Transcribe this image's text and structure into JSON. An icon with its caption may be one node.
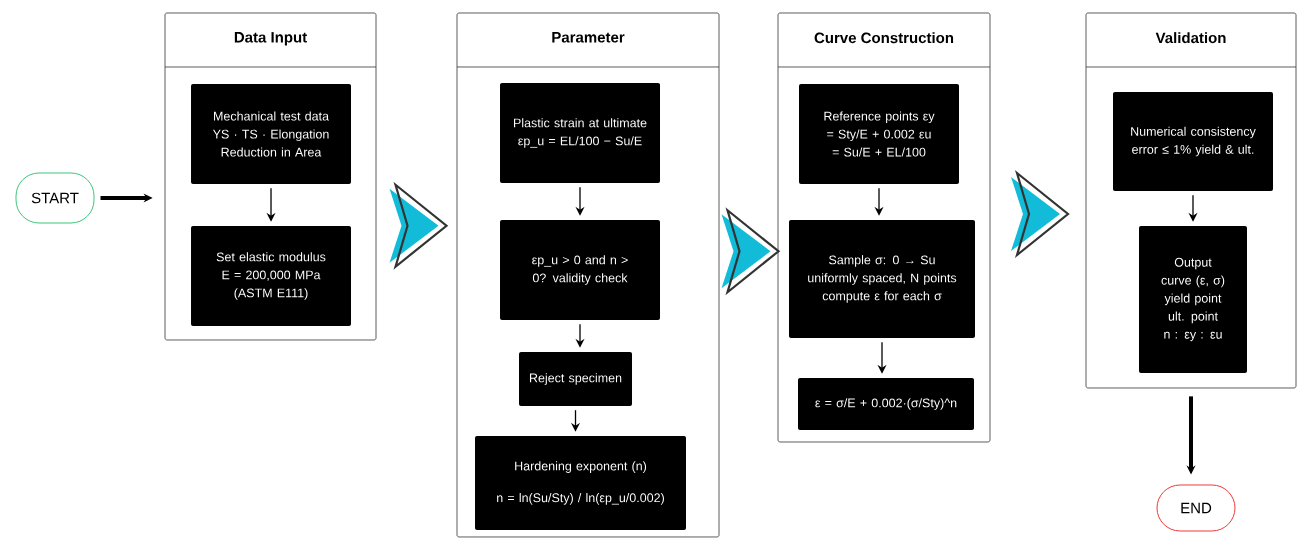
{
  "diagram": {
    "nodes": [
      {
        "text": [
          "START"
        ]
      },
      {
        "text": [
          "Data Input"
        ]
      },
      {
        "text": [
          "Mechanical test data YS · TS · Elongation Reduction in Area"
        ],
        "in": 1
      },
      {
        "text": [
          "Set elastic modulus E = 200,000 MPa (ASTM E111)"
        ],
        "in": 1
      },
      {
        "text": [
          "Parameter"
        ]
      },
      {
        "text": [
          "Plastic strain at ultimate εp_u = EL/100 − Su/E"
        ],
        "in": 4
      },
      {
        "text": [
          "εp_u > 0 and n > 0? validity check"
        ],
        "in": 4
      },
      {
        "text": [
          "Reject specimen"
        ],
        "in": 4
      },
      {
        "text": [
          "Hardening exponent (n)",
          "n = ln(Su/Sty) / ln(εp_u/0.002)"
        ],
        "in": 4
      },
      {
        "text": [
          "Curve Construction"
        ]
      },
      {
        "text": [
          "Reference points εy = Sty/E + 0.002 εu = Su/E + EL/100"
        ],
        "in": 9
      },
      {
        "text": [
          "Sample σ: 0 → Su uniformly spaced, N points compute ε for each σ"
        ],
        "in": 9
      },
      {
        "text": [
          "ε = σ/E + 0.002·(σ/Sty)^n"
        ],
        "in": 9
      },
      {
        "text": [
          "Validation"
        ]
      },
      {
        "text": [
          "Numerical consistency error ≤ 1% yield & ult."
        ],
        "in": 13
      },
      {
        "text": [
          "Output curve (ε, σ) yield point ult. point n : εy : εu"
        ],
        "in": 13
      },
      {
        "text": [
          "END"
        ]
      }
    ],
    "edges": [
      {
        "from": 0,
        "to": 1,
        "arrow": "to",
        "style": "thick"
      },
      {
        "from": 2,
        "to": 3,
        "arrow": "to"
      },
      {
        "from": 1,
        "to": 4,
        "arrow": "to"
      },
      {
        "from": 5,
        "to": 6,
        "arrow": "to"
      },
      {
        "from": 6,
        "to": 7,
        "arrow": "to"
      },
      {
        "from": 7,
        "to": 8,
        "arrow": "to"
      },
      {
        "from": 4,
        "to": 9,
        "arrow": "to"
      },
      {
        "from": 10,
        "to": 11,
        "arrow": "to"
      },
      {
        "from": 11,
        "to": 12,
        "arrow": "to"
      },
      {
        "from": 9,
        "to": 13,
        "arrow": "to"
      },
      {
        "from": 14,
        "to": 15,
        "arrow": "to"
      },
      {
        "from": 13,
        "to": 16,
        "arrow": "to",
        "style": "thick"
      }
    ]
  }
}
